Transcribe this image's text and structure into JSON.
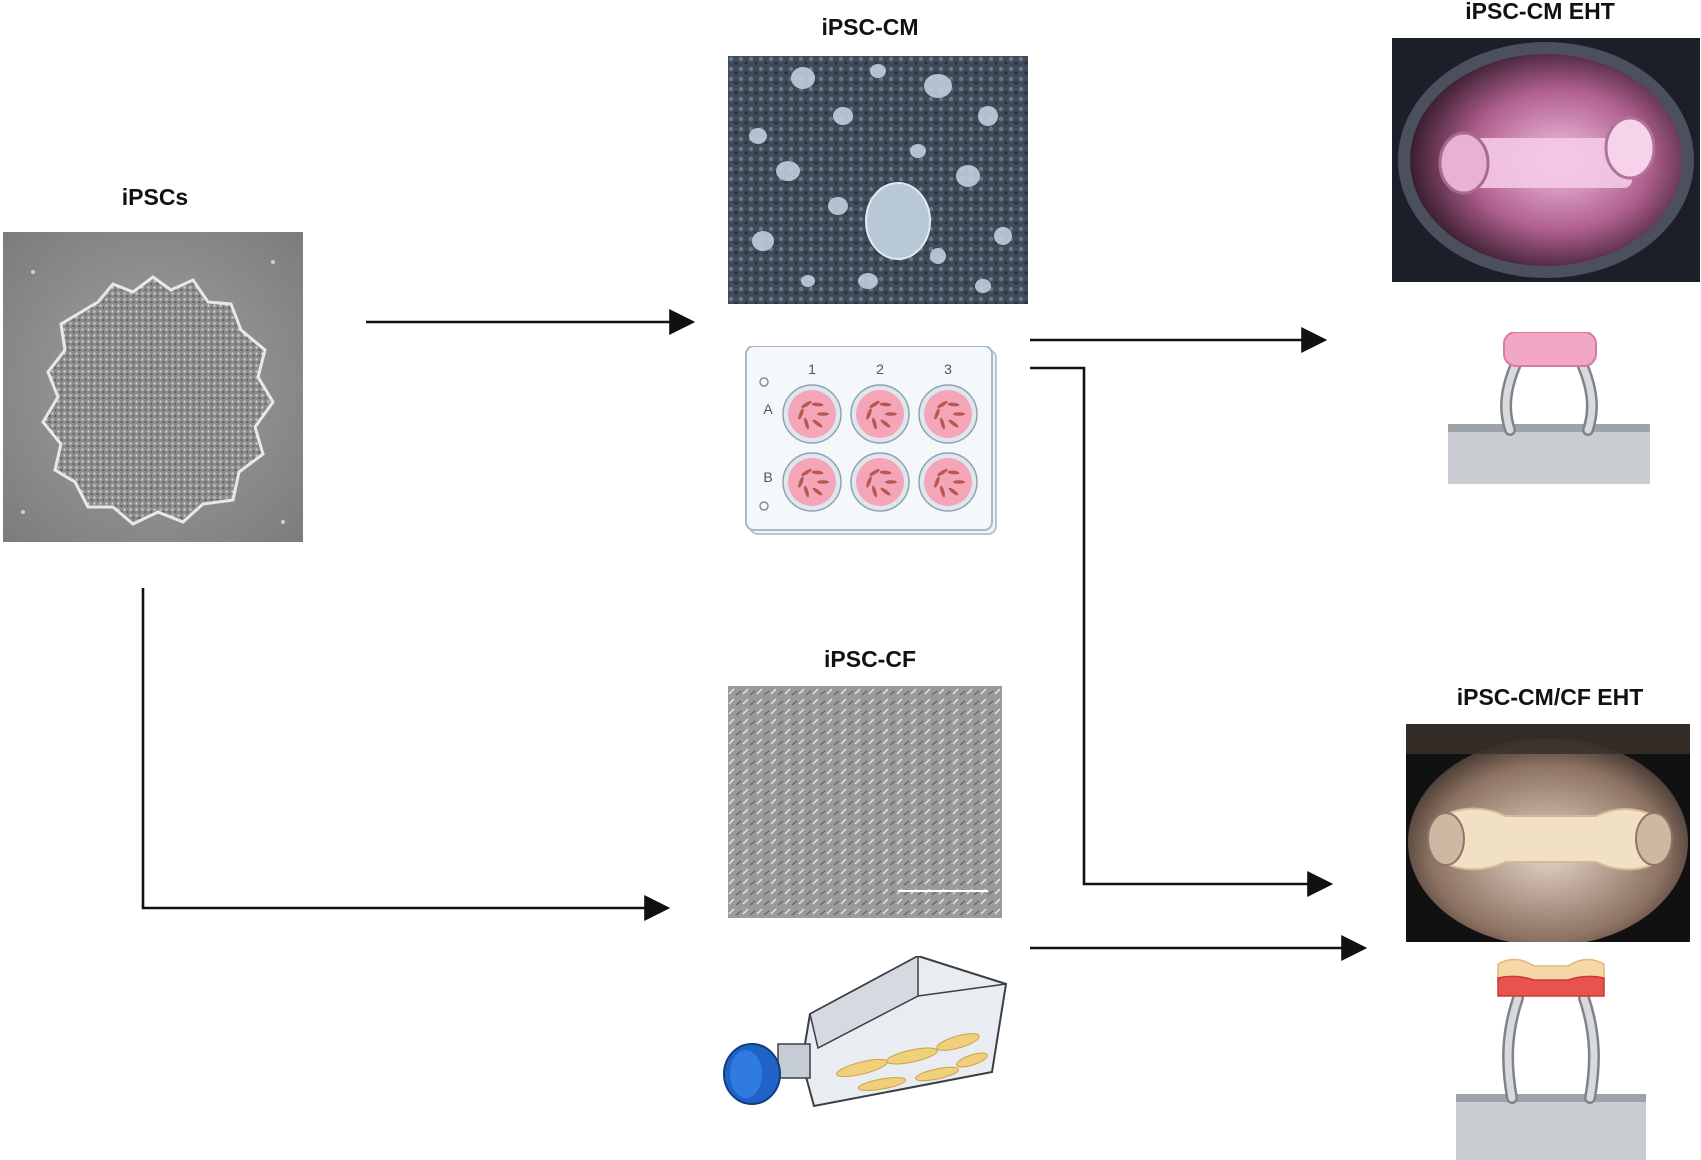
{
  "titles": {
    "ipscs": "iPSCs",
    "cm": "iPSC-CM",
    "cf": "iPSC-CF",
    "cm_eht": "iPSC-CM EHT",
    "cmcf_eht": "iPSC-CM/CF EHT"
  },
  "plate": {
    "columns": [
      "1",
      "2",
      "3"
    ],
    "rows": [
      "A",
      "B"
    ]
  },
  "colors": {
    "arrow": "#111111",
    "well_pink": "#f4a6b8",
    "cap_blue": "#1f63c6",
    "eht_pink": "#f2a7c4",
    "eht_red": "#e8534f",
    "cell_yellow": "#f2cf7a"
  }
}
